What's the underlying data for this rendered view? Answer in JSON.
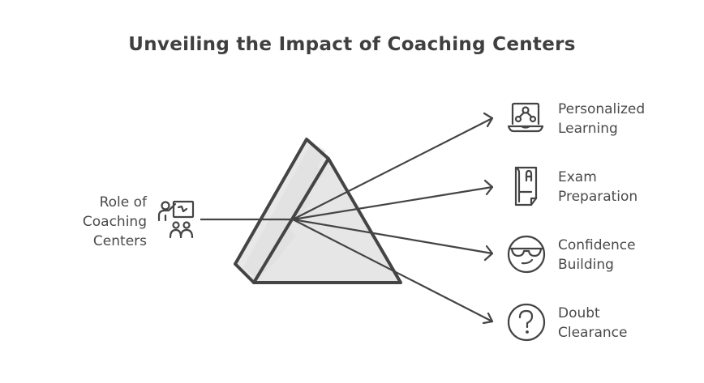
{
  "title": "Unveiling the Impact of Coaching Centers",
  "source": {
    "lines": [
      "Role of",
      "Coaching",
      "Centers"
    ],
    "icon": "teacher-presentation-icon"
  },
  "prism": {
    "fill": "#e6e6e6",
    "stroke": "#444444"
  },
  "outputs": [
    {
      "lines": [
        "Personalized",
        "Learning"
      ],
      "icon": "laptop-network-icon"
    },
    {
      "lines": [
        "Exam",
        "Preparation"
      ],
      "icon": "exam-paper-icon"
    },
    {
      "lines": [
        "Confidence",
        "Building"
      ],
      "icon": "cool-face-sunglasses-icon"
    },
    {
      "lines": [
        "Doubt",
        "Clearance"
      ],
      "icon": "question-circle-icon"
    }
  ],
  "colors": {
    "text": "#444444",
    "stroke": "#444444",
    "fill": "#e6e6e6",
    "background": "#ffffff"
  }
}
